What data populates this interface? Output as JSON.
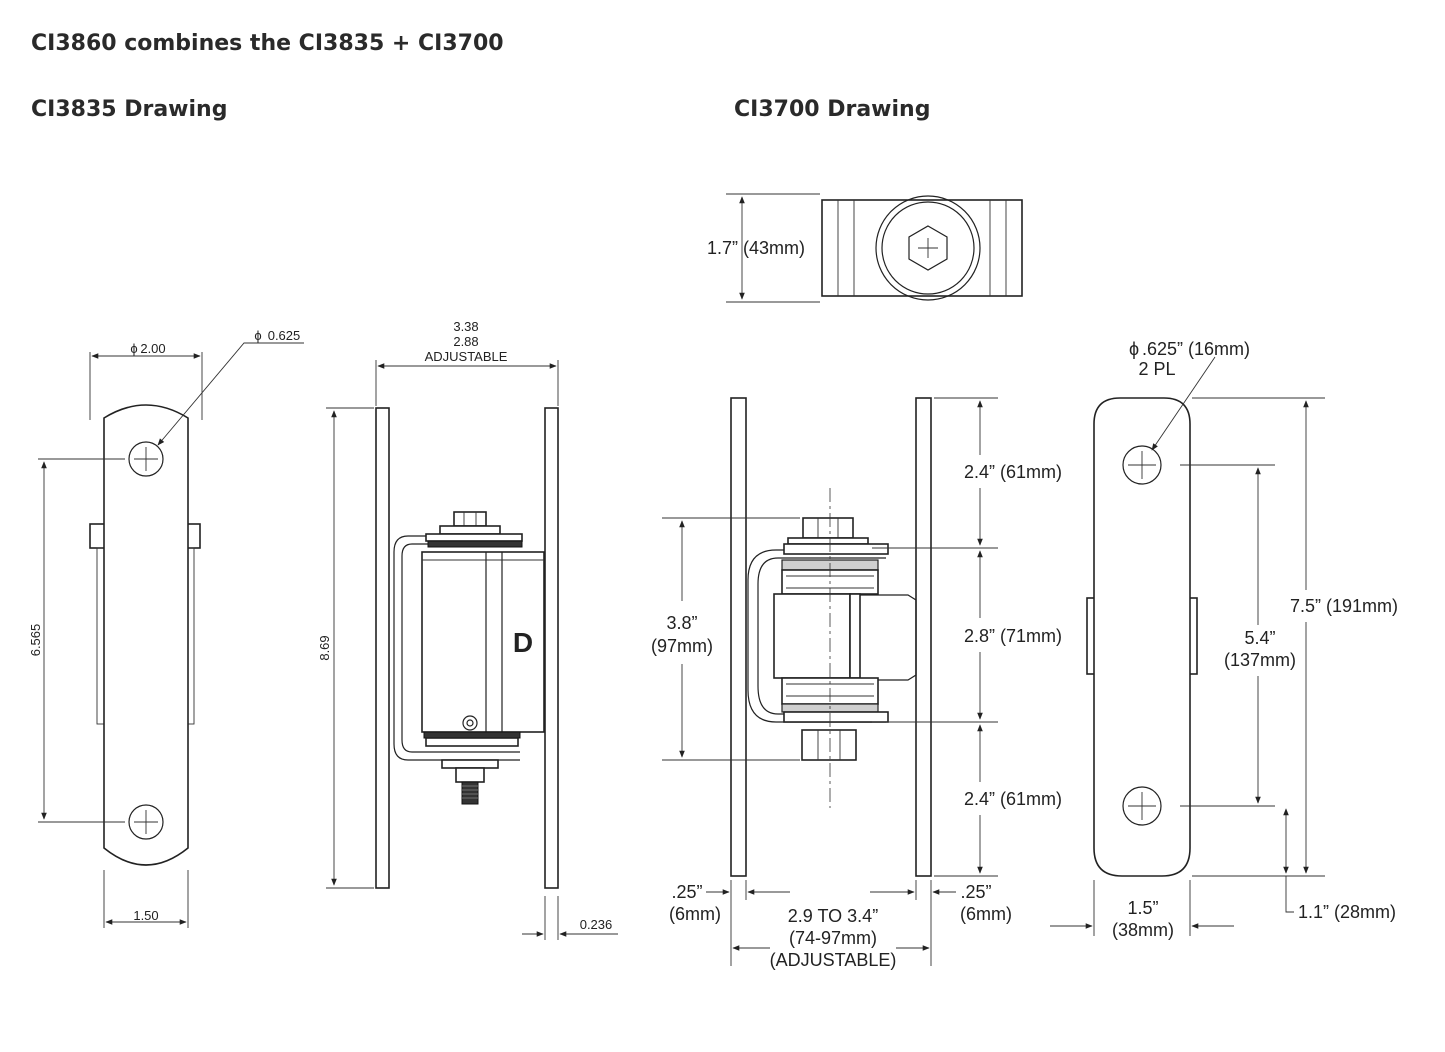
{
  "page": {
    "title": "CI3860 combines the CI3835 + CI3700",
    "left_heading": "CI3835 Drawing",
    "right_heading": "CI3700 Drawing"
  },
  "ci3835": {
    "dia_large": "2.00",
    "dia_hole": "0.625",
    "hole_spacing": "6.565",
    "width": "1.50",
    "adjust_max": "3.38",
    "adjust_min": "2.88",
    "adjust_label": "ADJUSTABLE",
    "height": "8.69",
    "plate_thickness": "0.236",
    "diameter_symbol": "ϕ",
    "logo": "D"
  },
  "ci3700": {
    "top_height": "1.7” (43mm)",
    "hole_dia": ".625” (16mm)",
    "hole_count": "2 PL",
    "seg_top": "2.4” (61mm)",
    "seg_mid": "2.8” (71mm)",
    "seg_bottom": "2.4” (61mm)",
    "hinge_height_1": "3.8”",
    "hinge_height_2": "(97mm)",
    "total_height": "7.5” (191mm)",
    "hole_spacing_1": "5.4”",
    "hole_spacing_2": "(137mm)",
    "plate_left_1": ".25”",
    "plate_left_2": "(6mm)",
    "plate_right_1": ".25”",
    "plate_right_2": "(6mm)",
    "span_1": "2.9 TO 3.4”",
    "span_2": "(74-97mm)",
    "span_3": "(ADJUSTABLE)",
    "width_1": "1.5”",
    "width_2": "(38mm)",
    "edge_dist": "1.1” (28mm)",
    "diameter_symbol": "ϕ"
  }
}
